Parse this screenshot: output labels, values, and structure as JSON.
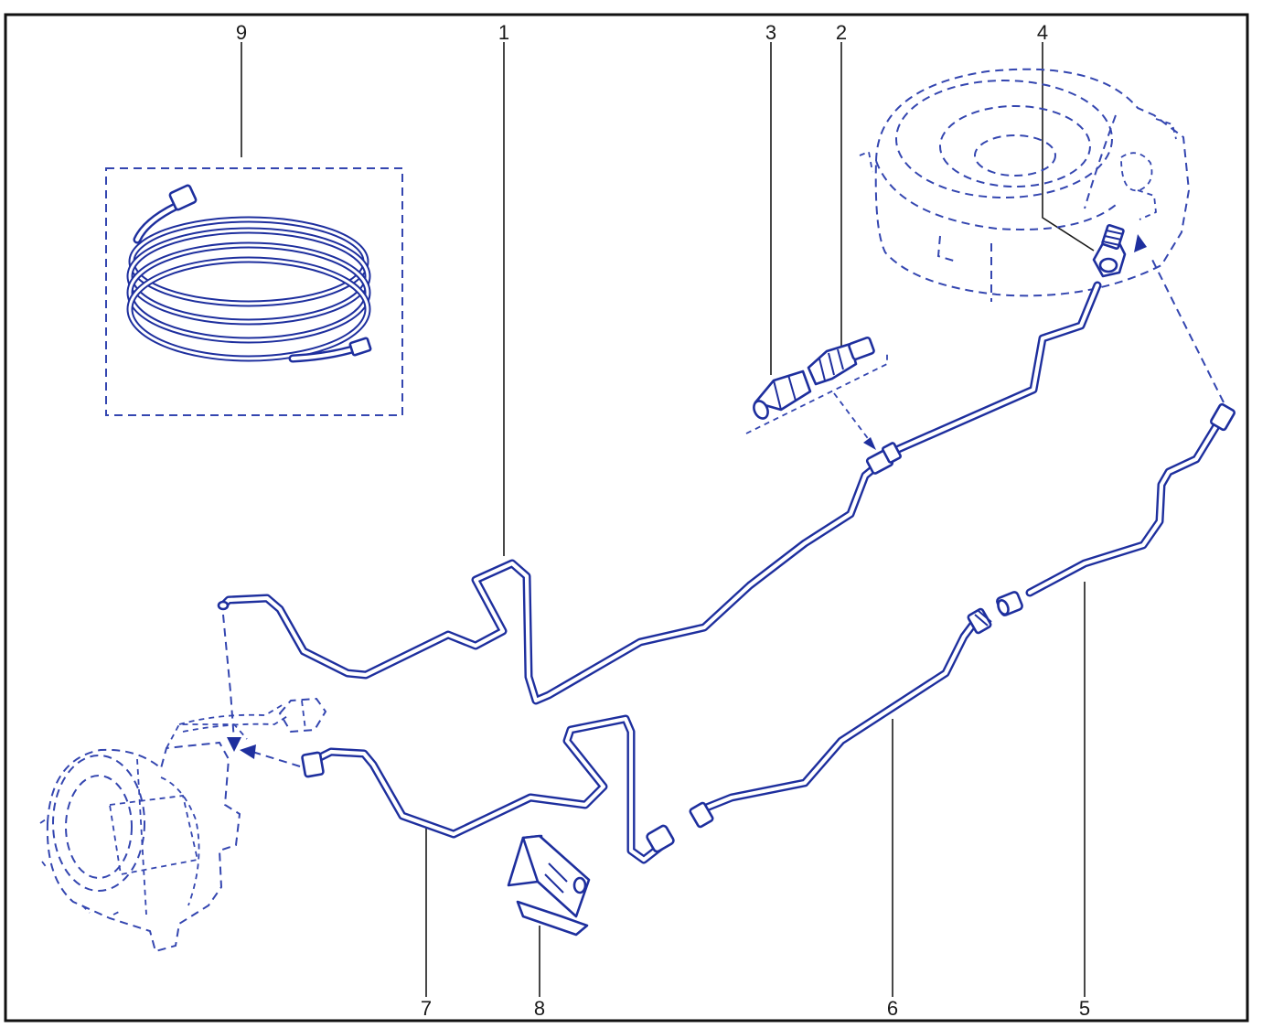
{
  "diagram": {
    "colors": {
      "line": "#1e2f9e",
      "dash": "#3446b0",
      "frame": "#111111",
      "label": "#1a1a1a"
    },
    "callouts": [
      {
        "id": "1",
        "text": "1"
      },
      {
        "id": "2",
        "text": "2"
      },
      {
        "id": "3",
        "text": "3"
      },
      {
        "id": "4",
        "text": "4"
      },
      {
        "id": "5",
        "text": "5"
      },
      {
        "id": "6",
        "text": "6"
      },
      {
        "id": "7",
        "text": "7"
      },
      {
        "id": "8",
        "text": "8"
      },
      {
        "id": "9",
        "text": "9"
      }
    ]
  }
}
